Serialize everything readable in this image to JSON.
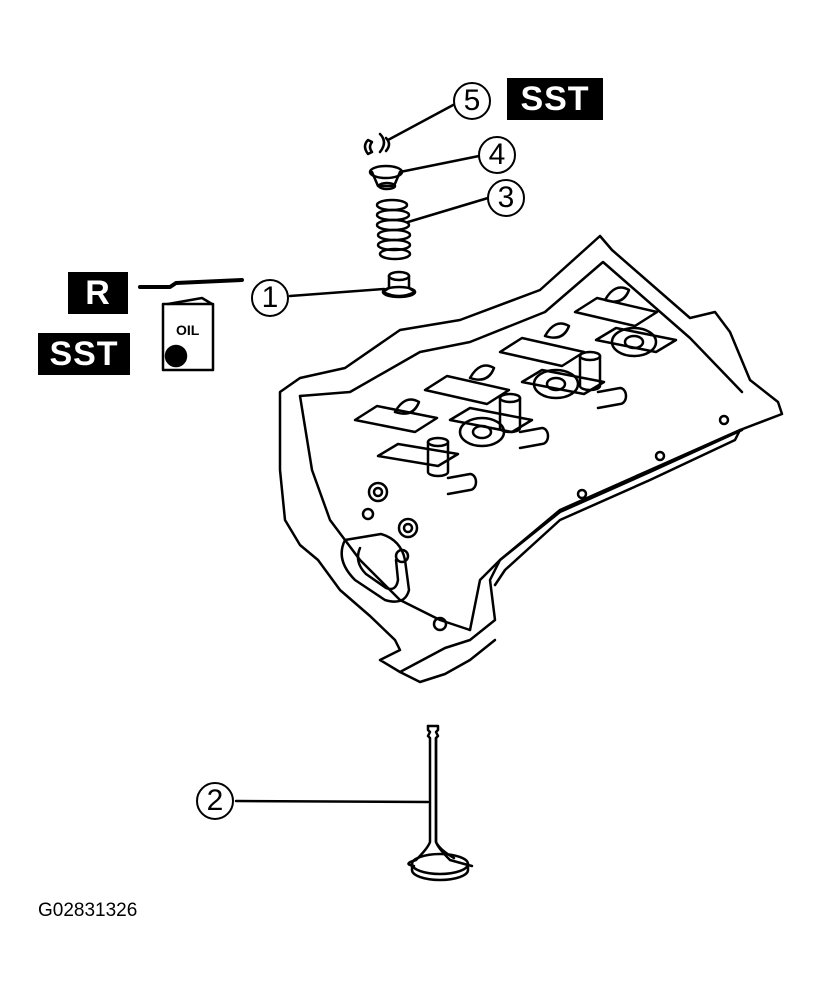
{
  "figure_code": "G02831326",
  "tool_labels": {
    "sst_top": "SST",
    "replace": "R",
    "sst_left": "SST",
    "oil_can_label": "OIL"
  },
  "callouts": {
    "c1": "1",
    "c2": "2",
    "c3": "3",
    "c4": "4",
    "c5": "5"
  }
}
